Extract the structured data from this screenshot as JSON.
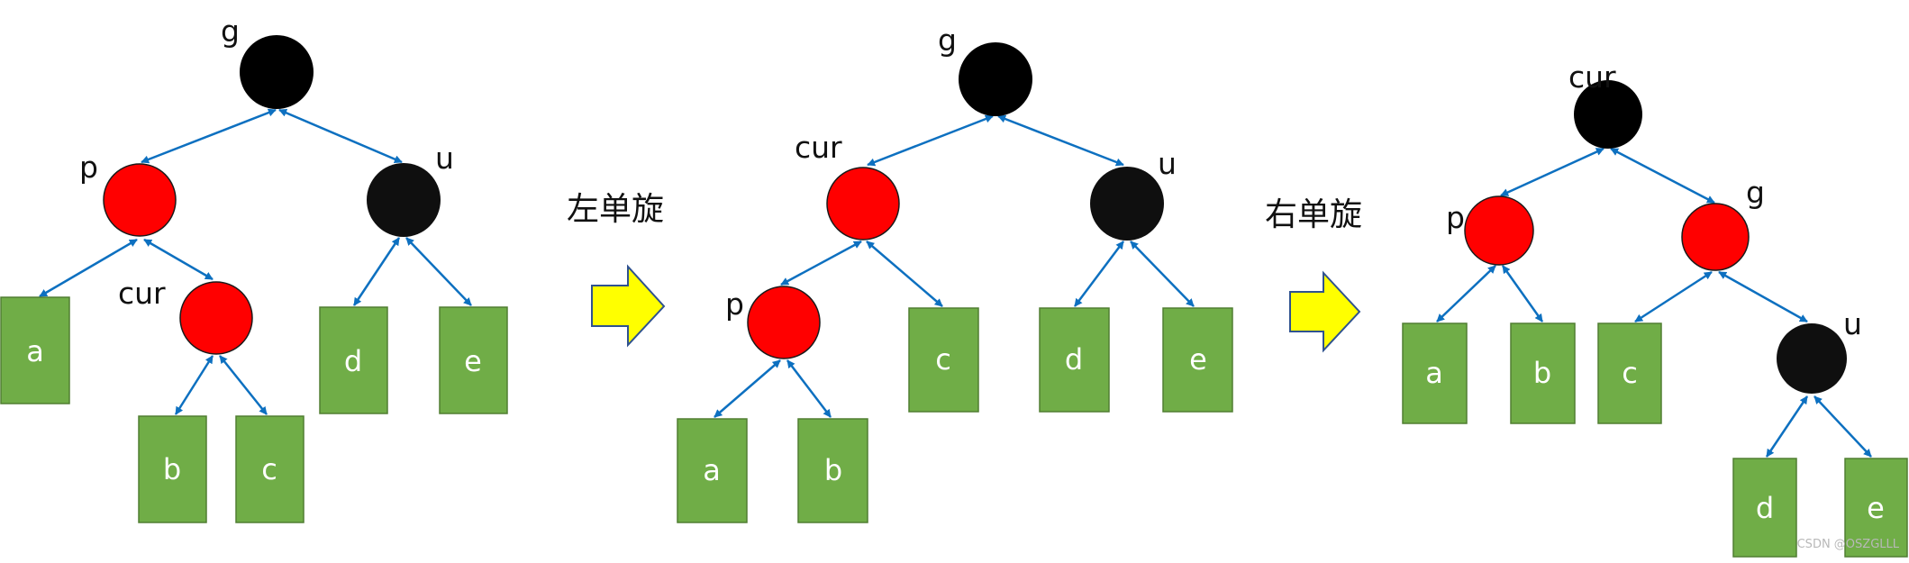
{
  "colors": {
    "black_node": "#000000",
    "red_node": "#ff0000",
    "leaf_fill": "#70ad47",
    "leaf_stroke": "#507e32",
    "edge": "#0d70c0",
    "arrow_fill": "#ffff00",
    "arrow_stroke": "#2f528f"
  },
  "stage1": {
    "labels": {
      "g": "g",
      "p": "p",
      "u": "u",
      "cur": "cur"
    },
    "leaves": {
      "a": "a",
      "b": "b",
      "c": "c",
      "d": "d",
      "e": "e"
    }
  },
  "op1": {
    "label": "左单旋",
    "icon": "right-arrow-icon"
  },
  "stage2": {
    "labels": {
      "g": "g",
      "cur": "cur",
      "u": "u",
      "p": "p"
    },
    "leaves": {
      "a": "a",
      "b": "b",
      "c": "c",
      "d": "d",
      "e": "e"
    }
  },
  "op2": {
    "label": "右单旋",
    "icon": "right-arrow-icon"
  },
  "stage3": {
    "labels": {
      "cur": "cur",
      "p": "p",
      "g": "g",
      "u": "u"
    },
    "leaves": {
      "a": "a",
      "b": "b",
      "c": "c",
      "d": "d",
      "e": "e"
    }
  },
  "watermark": "CSDN @OSZGLLL"
}
